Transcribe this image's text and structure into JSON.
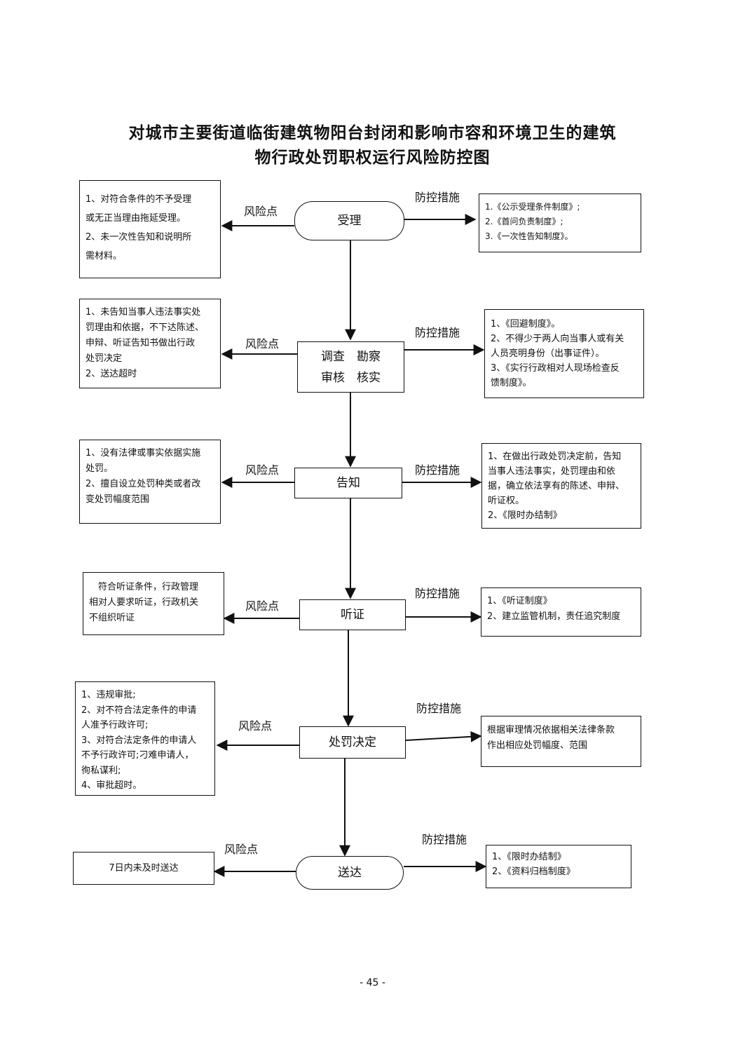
{
  "title": {
    "line1": "对城市主要街道临街建筑物阳台封闭和影响市容和环境卫生的建筑",
    "line2": "物行政处罚职权运行风险防控图"
  },
  "risk_label": "风险点",
  "measure_label": "防控措施",
  "steps": [
    {
      "node": [
        "受理"
      ],
      "risks": [
        "1、对符合条件的不予受理",
        "或无正当理由拖延受理。",
        "2、未一次性告知和说明所",
        "需材料。"
      ],
      "measures": [
        "1.《公示受理条件制度》;",
        "2.《首问负责制度》;",
        "3.《一次性告知制度》。"
      ]
    },
    {
      "node": [
        "调查　勘察",
        "审核　核实"
      ],
      "risks": [
        "1、未告知当事人违法事实处",
        "罚理由和依据，不下达陈述、",
        "申辩、听证告知书做出行政",
        "处罚决定",
        "2、送达超时"
      ],
      "measures": [
        "1、《回避制度》。",
        "2、不得少于两人向当事人或有关",
        "人员亮明身份（出事证件）。",
        "3、《实行行政相对人现场检查反",
        "馈制度》。"
      ]
    },
    {
      "node": [
        "告知"
      ],
      "risks": [
        "1、没有法律或事实依据实施",
        "处罚。",
        "2、擅自设立处罚种类或者改",
        "变处罚幅度范围"
      ],
      "measures": [
        "1、在做出行政处罚决定前，告知",
        "当事人违法事实，处罚理由和依",
        "据，确立依法享有的陈述、申辩、",
        "听证权。",
        "2、《限时办结制》"
      ]
    },
    {
      "node": [
        "听证"
      ],
      "risks": [
        "　符合听证条件，行政管理",
        "相对人要求听证，行政机关",
        "不组织听证"
      ],
      "measures": [
        "1、《听证制度》",
        "2、建立监管机制，责任追究制度"
      ]
    },
    {
      "node": [
        "处罚决定"
      ],
      "risks": [
        "1、违规审批;",
        "2、对不符合法定条件的申请",
        "人准予行政许可;",
        "3、对符合法定条件的申请人",
        "不予行政许可;刁难申请人，",
        "徇私谋利;",
        "4、审批超时。"
      ],
      "measures": [
        "根据审理情况依据相关法律条款",
        "作出相应处罚幅度、范围"
      ]
    },
    {
      "node": [
        "送达"
      ],
      "risks": [
        "7日内未及时送达"
      ],
      "measures": [
        "1、《限时办结制》",
        "2、《资料归档制度》"
      ]
    }
  ],
  "page_number": "- 45 -"
}
